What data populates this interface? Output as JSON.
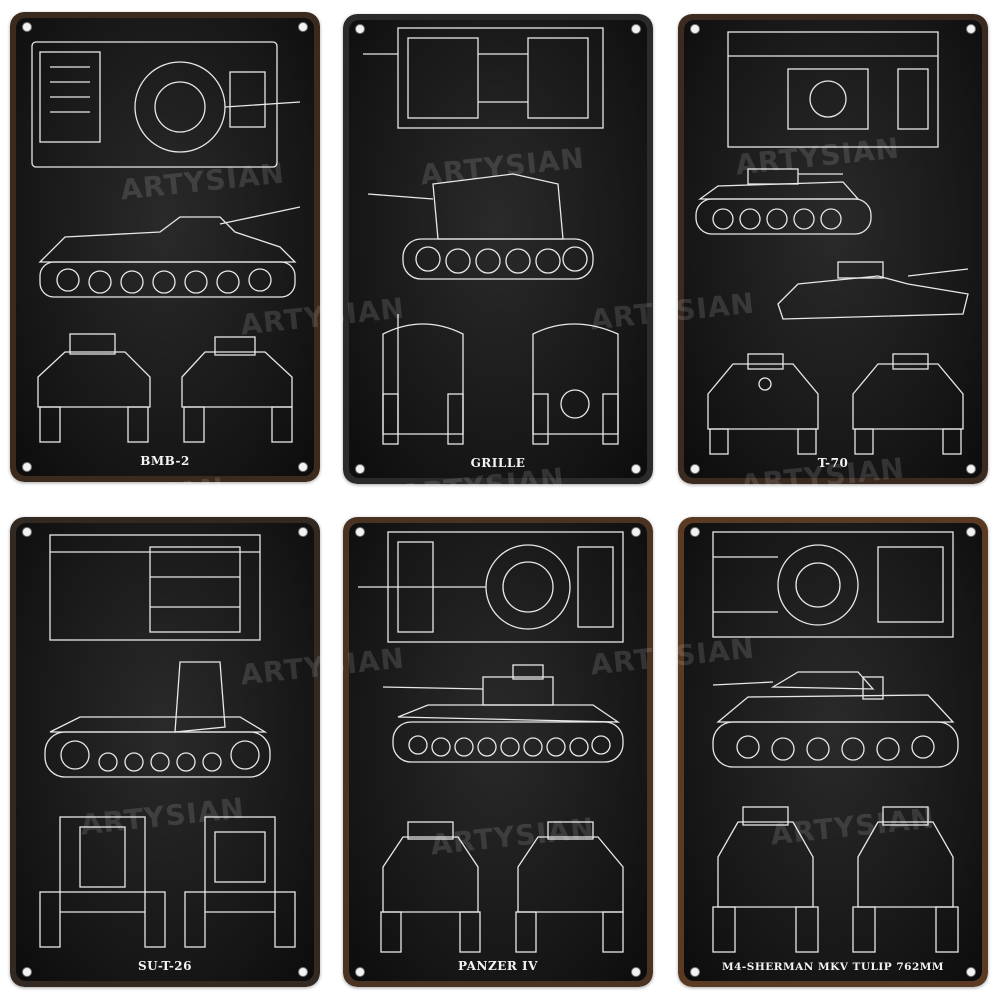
{
  "signs": [
    {
      "caption": "BMB-2"
    },
    {
      "caption": "GRILLE"
    },
    {
      "caption": "T-70"
    },
    {
      "caption": "SU-T-26"
    },
    {
      "caption": "PANZER IV"
    },
    {
      "caption": "M4-SHERMAN MKV TULIP 762MM"
    }
  ],
  "watermark": "ARTYSIAN",
  "colors": {
    "panel": "#161616",
    "lines": "#e8e8e8",
    "rust": "#5a3a22",
    "background": "#ffffff"
  }
}
